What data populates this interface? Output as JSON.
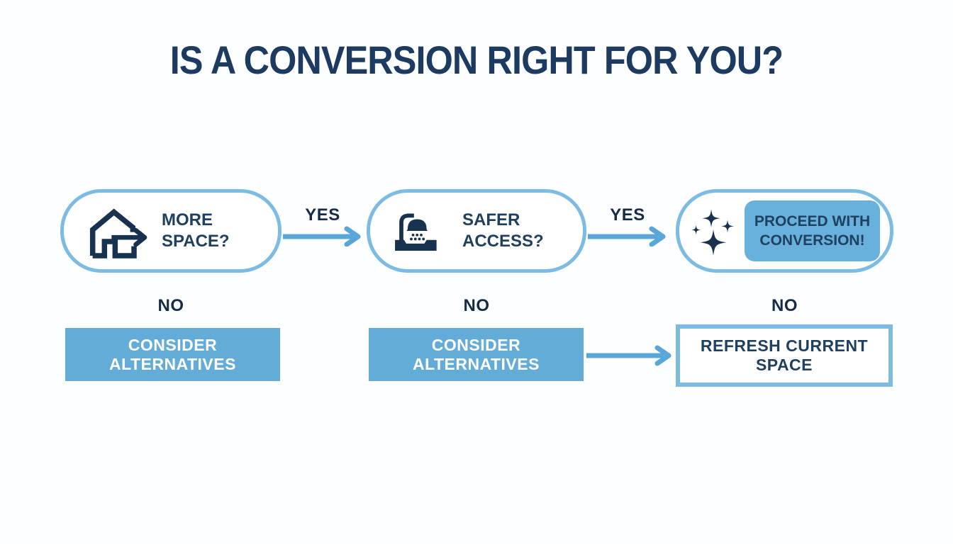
{
  "palette": {
    "navy-title": "#1d3a61",
    "navy-text": "#20405f",
    "navy-dark": "#152c47",
    "navy-icon": "#16324f",
    "blue-border": "#7cbbe2",
    "blue-arrow": "#58a7d8",
    "blue-fill": "#64acd8",
    "blue-fill2": "#68b1dc"
  },
  "title": "IS A CONVERSION RIGHT FOR YOU?",
  "flow": {
    "nodes": [
      {
        "label": "MORE SPACE?",
        "icon": "house-move-icon",
        "yes_label": "YES",
        "no_label": "NO",
        "outcome": {
          "label": "CONSIDER ALTERNATIVES",
          "style": "filled"
        }
      },
      {
        "label": "SAFER ACCESS?",
        "icon": "shower-icon",
        "yes_label": "YES",
        "no_label": "NO",
        "outcome": {
          "label": "CONSIDER ALTERNATIVES",
          "style": "filled"
        }
      },
      {
        "label": "PROCEED WITH CONVERSION!",
        "icon": "sparkles-icon",
        "no_label": "NO",
        "outcome": {
          "label": "REFRESH CURRENT SPACE",
          "style": "outlined"
        }
      }
    ]
  }
}
